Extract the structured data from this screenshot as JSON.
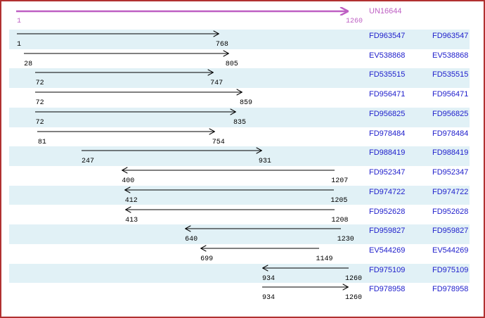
{
  "colors": {
    "frame_border": "#B13131",
    "background": "#FFFFFF",
    "row_shade": "#E1F1F6",
    "reference_accent": "#BE5FC3",
    "accession_link": "#2020CC",
    "read_arrow": "#000000"
  },
  "header": {
    "reference_id": "UN16644",
    "reference_start": "1",
    "reference_end": "1260"
  },
  "chart_data": {
    "type": "bar",
    "subtype": "sequence-interval-arrow-map",
    "title": "",
    "xlabel": "",
    "ylabel": "",
    "axis_range": [
      1,
      1260
    ],
    "grid": false,
    "legend": "none",
    "reference": {
      "label": "UN16644",
      "start": 1,
      "end": 1260,
      "strand": "+"
    },
    "reads": [
      {
        "id": "FD963547",
        "start": 1,
        "end": 768,
        "strand": "+"
      },
      {
        "id": "EV538868",
        "start": 28,
        "end": 805,
        "strand": "+"
      },
      {
        "id": "FD535515",
        "start": 72,
        "end": 747,
        "strand": "+"
      },
      {
        "id": "FD956471",
        "start": 72,
        "end": 859,
        "strand": "+"
      },
      {
        "id": "FD956825",
        "start": 72,
        "end": 835,
        "strand": "+"
      },
      {
        "id": "FD978484",
        "start": 81,
        "end": 754,
        "strand": "+"
      },
      {
        "id": "FD988419",
        "start": 247,
        "end": 931,
        "strand": "+"
      },
      {
        "id": "FD952347",
        "start": 400,
        "end": 1207,
        "strand": "-"
      },
      {
        "id": "FD974722",
        "start": 412,
        "end": 1205,
        "strand": "-"
      },
      {
        "id": "FD952628",
        "start": 413,
        "end": 1208,
        "strand": "-"
      },
      {
        "id": "FD959827",
        "start": 640,
        "end": 1230,
        "strand": "-"
      },
      {
        "id": "EV544269",
        "start": 699,
        "end": 1149,
        "strand": "-"
      },
      {
        "id": "FD975109",
        "start": 934,
        "end": 1260,
        "strand": "-"
      },
      {
        "id": "FD978958",
        "start": 934,
        "end": 1260,
        "strand": "+"
      }
    ],
    "id_columns": 2
  }
}
